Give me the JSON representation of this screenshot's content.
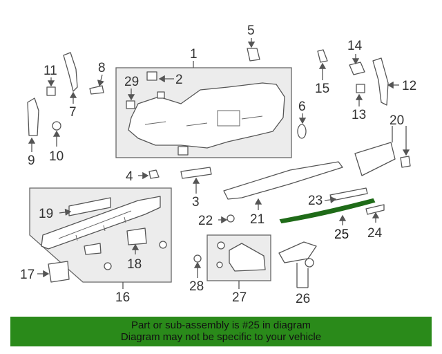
{
  "diagram": {
    "highlighted_part": "25",
    "highlight_color": "#1f6b18",
    "callouts": [
      "1",
      "2",
      "3",
      "4",
      "5",
      "6",
      "7",
      "8",
      "9",
      "10",
      "11",
      "12",
      "13",
      "14",
      "15",
      "16",
      "17",
      "18",
      "19",
      "20",
      "21",
      "22",
      "23",
      "24",
      "25",
      "26",
      "27",
      "28",
      "29"
    ]
  },
  "banner": {
    "line1": "Part or sub-assembly is #25 in diagram",
    "line2": "Diagram may not be specific to your vehicle",
    "background": "#2a8a1a"
  }
}
